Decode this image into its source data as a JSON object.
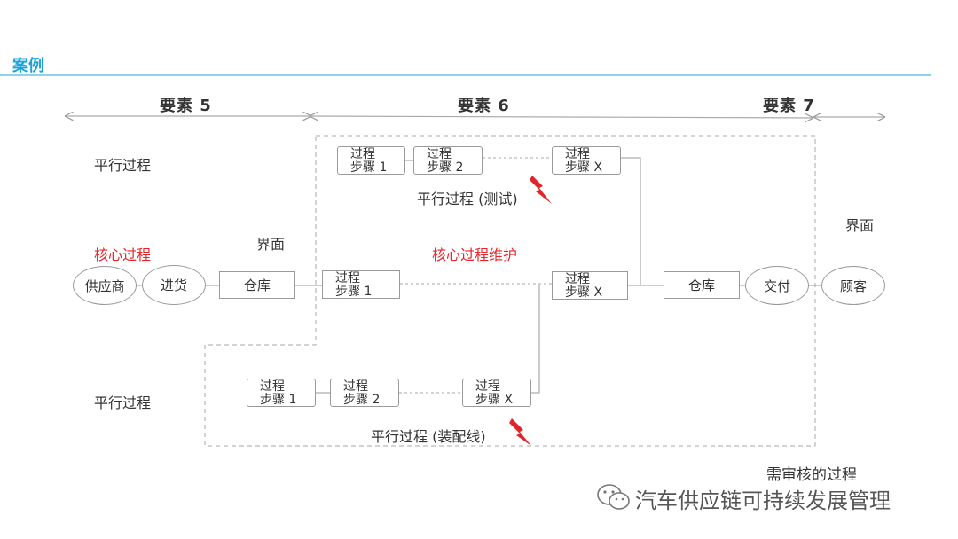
{
  "header": {
    "title": "案例"
  },
  "elements": [
    "要素 5",
    "要素 6",
    "要素 7"
  ],
  "labels": {
    "parallel_top": "平行过程",
    "parallel_bottom": "平行过程",
    "core_process": "核心过程",
    "interface_left": "界面",
    "interface_right": "界面",
    "core_maintenance": "核心过程维护",
    "parallel_test": "平行过程 (测试)",
    "parallel_assembly": "平行过程 (装配线)",
    "audit_needed": "需审核的过程"
  },
  "top_row": [
    {
      "l1": "过程",
      "l2": "步骤 1"
    },
    {
      "l1": "过程",
      "l2": "步骤 2"
    },
    {
      "l1": "过程",
      "l2": "步骤  X"
    }
  ],
  "middle_row": [
    {
      "l1": "过程",
      "l2": "步骤 1"
    },
    {
      "l1": "过程",
      "l2": "步骤 X"
    }
  ],
  "bottom_row": [
    {
      "l1": "过程",
      "l2": "步骤 1"
    },
    {
      "l1": "过程",
      "l2": "步骤 2"
    },
    {
      "l1": "过程",
      "l2": "步骤  X"
    }
  ],
  "nodes": {
    "supplier": "供应商",
    "receiving": "进货",
    "warehouse_left": "仓库",
    "warehouse_right": "仓库",
    "delivery": "交付",
    "customer": "顾客"
  },
  "watermark": {
    "text": "汽车供应链可持续发展管理"
  },
  "colors": {
    "accent": "#1aa3d9",
    "red": "#e0262b",
    "line": "#9a9a9a"
  }
}
